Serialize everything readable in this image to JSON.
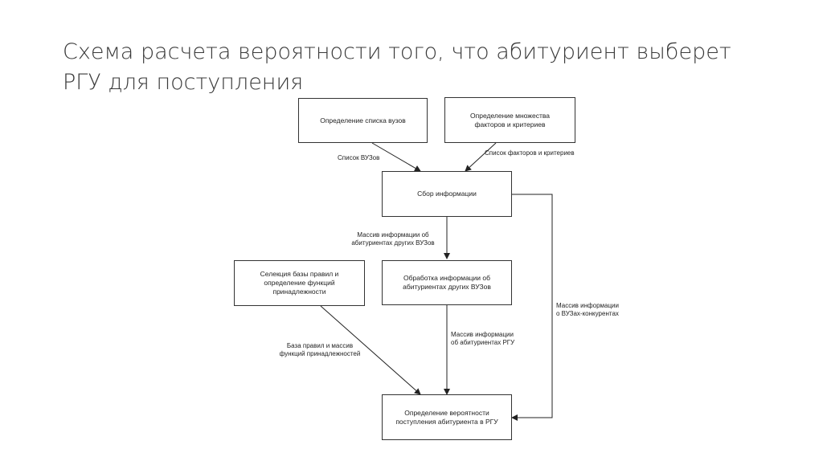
{
  "title": {
    "line1": "Схема расчета вероятности того, что абитуриент выберет",
    "line2": "РГУ для поступления"
  },
  "boxes": {
    "univ_list": "Определение списка вузов",
    "factors_line1": "Определение множества",
    "factors_line2": "факторов и критериев",
    "collect": "Сбор информации",
    "selection_line1": "Селекция базы правил и",
    "selection_line2": "определение функций принадлежности",
    "processing_line1": "Обработка информации об",
    "processing_line2": "абитуриентах других ВУЗов",
    "probability_line1": "Определение вероятности",
    "probability_line2": "поступления абитуриента в РГУ"
  },
  "edges": {
    "univ_list": "Список ВУЗов",
    "factors_list": "Список факторов и критериев",
    "other_univ_line1": "Массив информации об",
    "other_univ_line2": "абитуриентах других ВУЗов",
    "rules_line1": "База правил и массив",
    "rules_line2": "функций принадлежностей",
    "rgu_line1": "Массив информации",
    "rgu_line2": "об абитуриентах РГУ",
    "competitors_line1": "Массив информации",
    "competitors_line2": "о ВУЗах-конкурентах"
  }
}
